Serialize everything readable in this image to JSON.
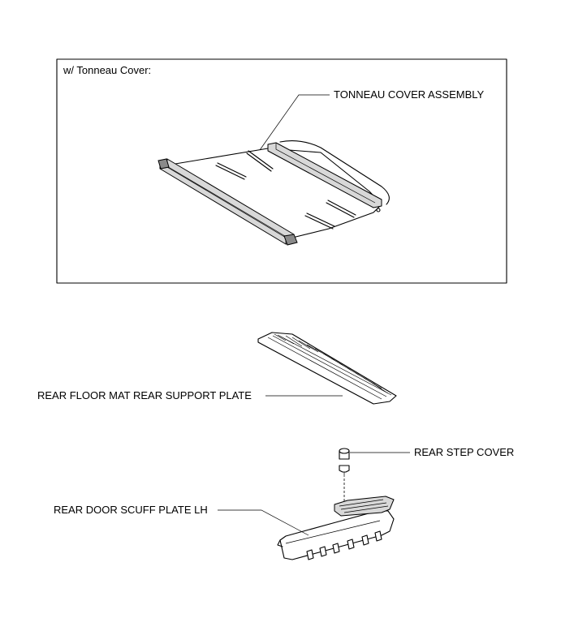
{
  "inset": {
    "title": "w/ Tonneau Cover:"
  },
  "labels": {
    "tonneau_cover_assembly": "TONNEAU COVER ASSEMBLY",
    "rear_floor_mat_rear_support_plate": "REAR FLOOR MAT REAR SUPPORT PLATE",
    "rear_step_cover": "REAR STEP COVER",
    "rear_door_scuff_plate_lh": "REAR DOOR SCUFF PLATE LH"
  }
}
